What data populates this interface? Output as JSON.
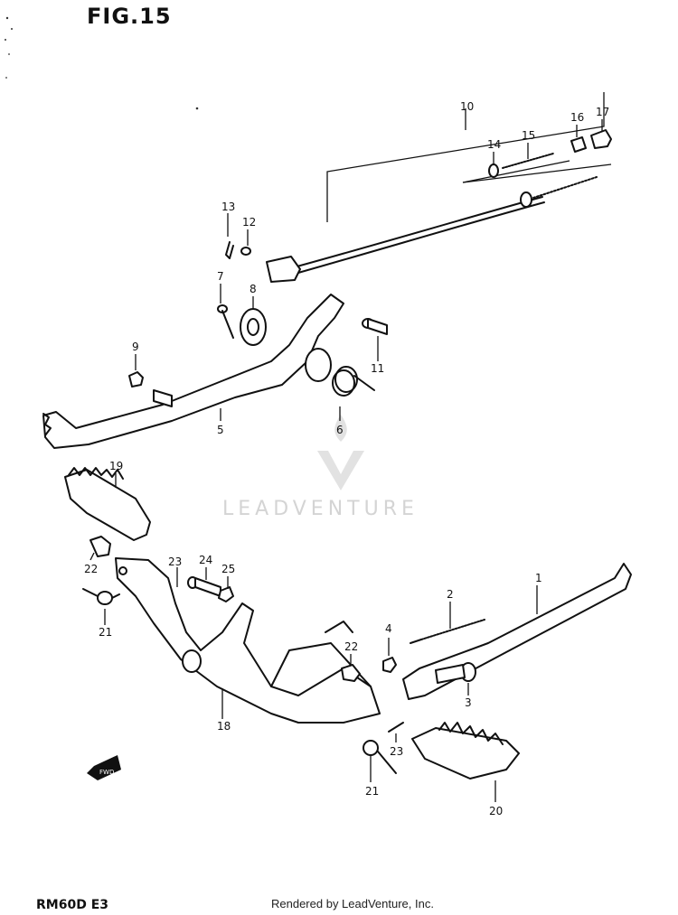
{
  "figure": {
    "title": "FIG.15",
    "model": "RM60D E3"
  },
  "watermark": "LEADVENTURE",
  "footer": "Rendered by LeadVenture, Inc.",
  "callouts": {
    "c1": "1",
    "c2": "2",
    "c3": "3",
    "c4": "4",
    "c5": "5",
    "c6": "6",
    "c7": "7",
    "c8": "8",
    "c9": "9",
    "c10": "10",
    "c11": "11",
    "c12": "12",
    "c13": "13",
    "c14": "14",
    "c15": "15",
    "c16": "16",
    "c17": "17",
    "c18": "18",
    "c19": "19",
    "c20": "20",
    "c21a": "21",
    "c21b": "21",
    "c22a": "22",
    "c22b": "22",
    "c23a": "23",
    "c23b": "23",
    "c24": "24",
    "c25": "25"
  },
  "fwd_arrow": "FWD"
}
